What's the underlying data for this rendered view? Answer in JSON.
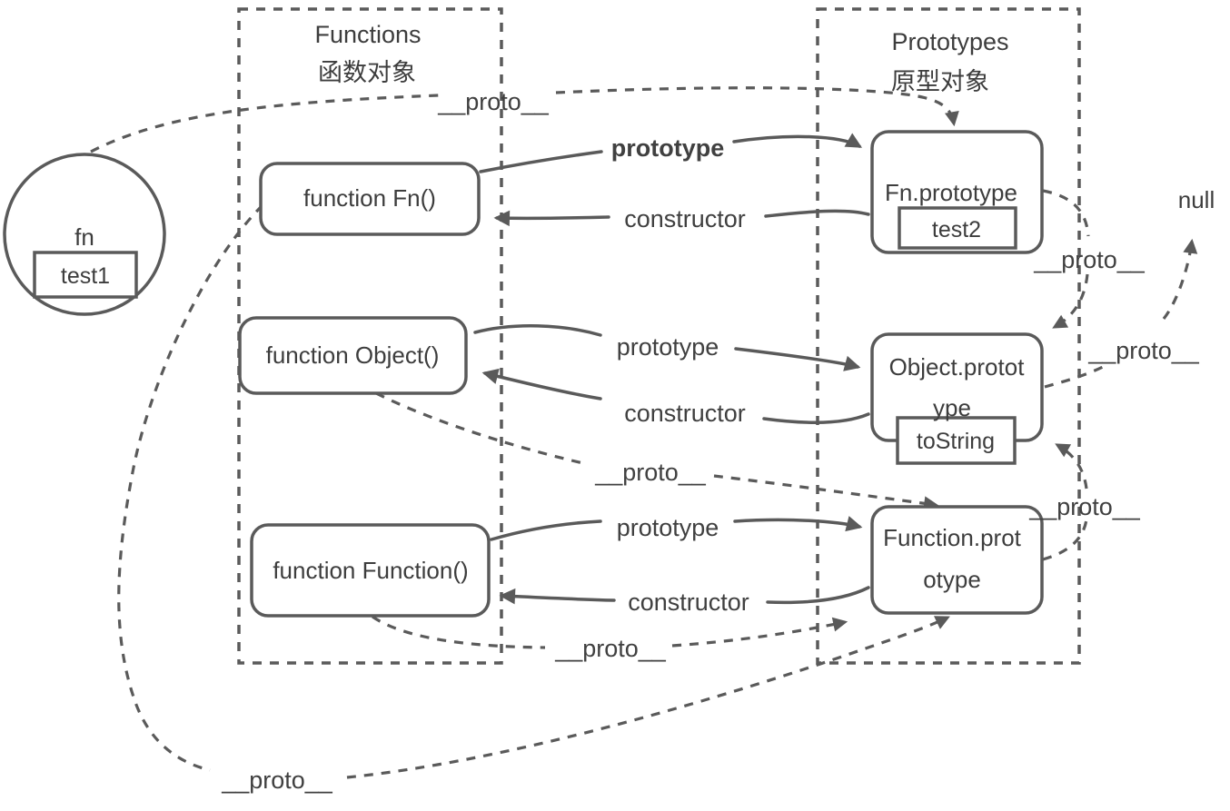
{
  "diagram": {
    "functions_group": {
      "title": "Functions",
      "subtitle": "函数对象"
    },
    "prototypes_group": {
      "title": "Prototypes",
      "subtitle": "原型对象"
    },
    "nodes": {
      "fn_instance": {
        "label": "fn",
        "member": "test1"
      },
      "function_fn": {
        "label": "function Fn()"
      },
      "function_object": {
        "label": "function Object()"
      },
      "function_function": {
        "label": "function Function()"
      },
      "fn_prototype": {
        "label": "Fn.prototype",
        "member": "test2"
      },
      "object_prototype": {
        "label_line1": "Object.protot",
        "label_line2": "ype",
        "member": "toString"
      },
      "function_prototype": {
        "label_line1": "Function.prot",
        "label_line2": "otype"
      },
      "null_value": {
        "label": "null"
      }
    },
    "edges": {
      "proto_label": "__proto__",
      "prototype_label": "prototype",
      "constructor_label": "constructor"
    },
    "colors": {
      "stroke": "#5a5a5a",
      "text": "#3d3d3d",
      "background": "#ffffff"
    }
  }
}
